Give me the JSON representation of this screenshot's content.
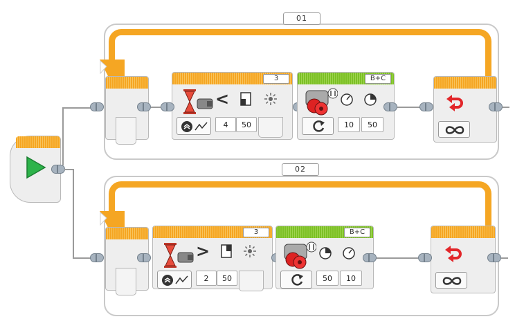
{
  "loops": [
    {
      "id": "01",
      "label": "01"
    },
    {
      "id": "02",
      "label": "02"
    }
  ],
  "sensor_blocks": [
    {
      "port": "3",
      "comparison": "<",
      "values": [
        "4",
        "50"
      ]
    },
    {
      "port": "3",
      "comparison": ">",
      "values": [
        "2",
        "50"
      ]
    }
  ],
  "motor_blocks": [
    {
      "ports": "B+C",
      "values": [
        "10",
        "50"
      ]
    },
    {
      "ports": "B+C",
      "values": [
        "50",
        "10"
      ]
    }
  ],
  "colors": {
    "loop": "#f5a623",
    "start": "#2db34a",
    "motor_header": "#7cc025",
    "loop_interrupt": "#e2262a",
    "wire": "#9a9a9a"
  },
  "icons": {
    "start": "play-triangle-icon",
    "wait": "hourglass-sensor-icon",
    "motor": "large-motor-pair-icon",
    "loop_end": "infinity-icon"
  }
}
